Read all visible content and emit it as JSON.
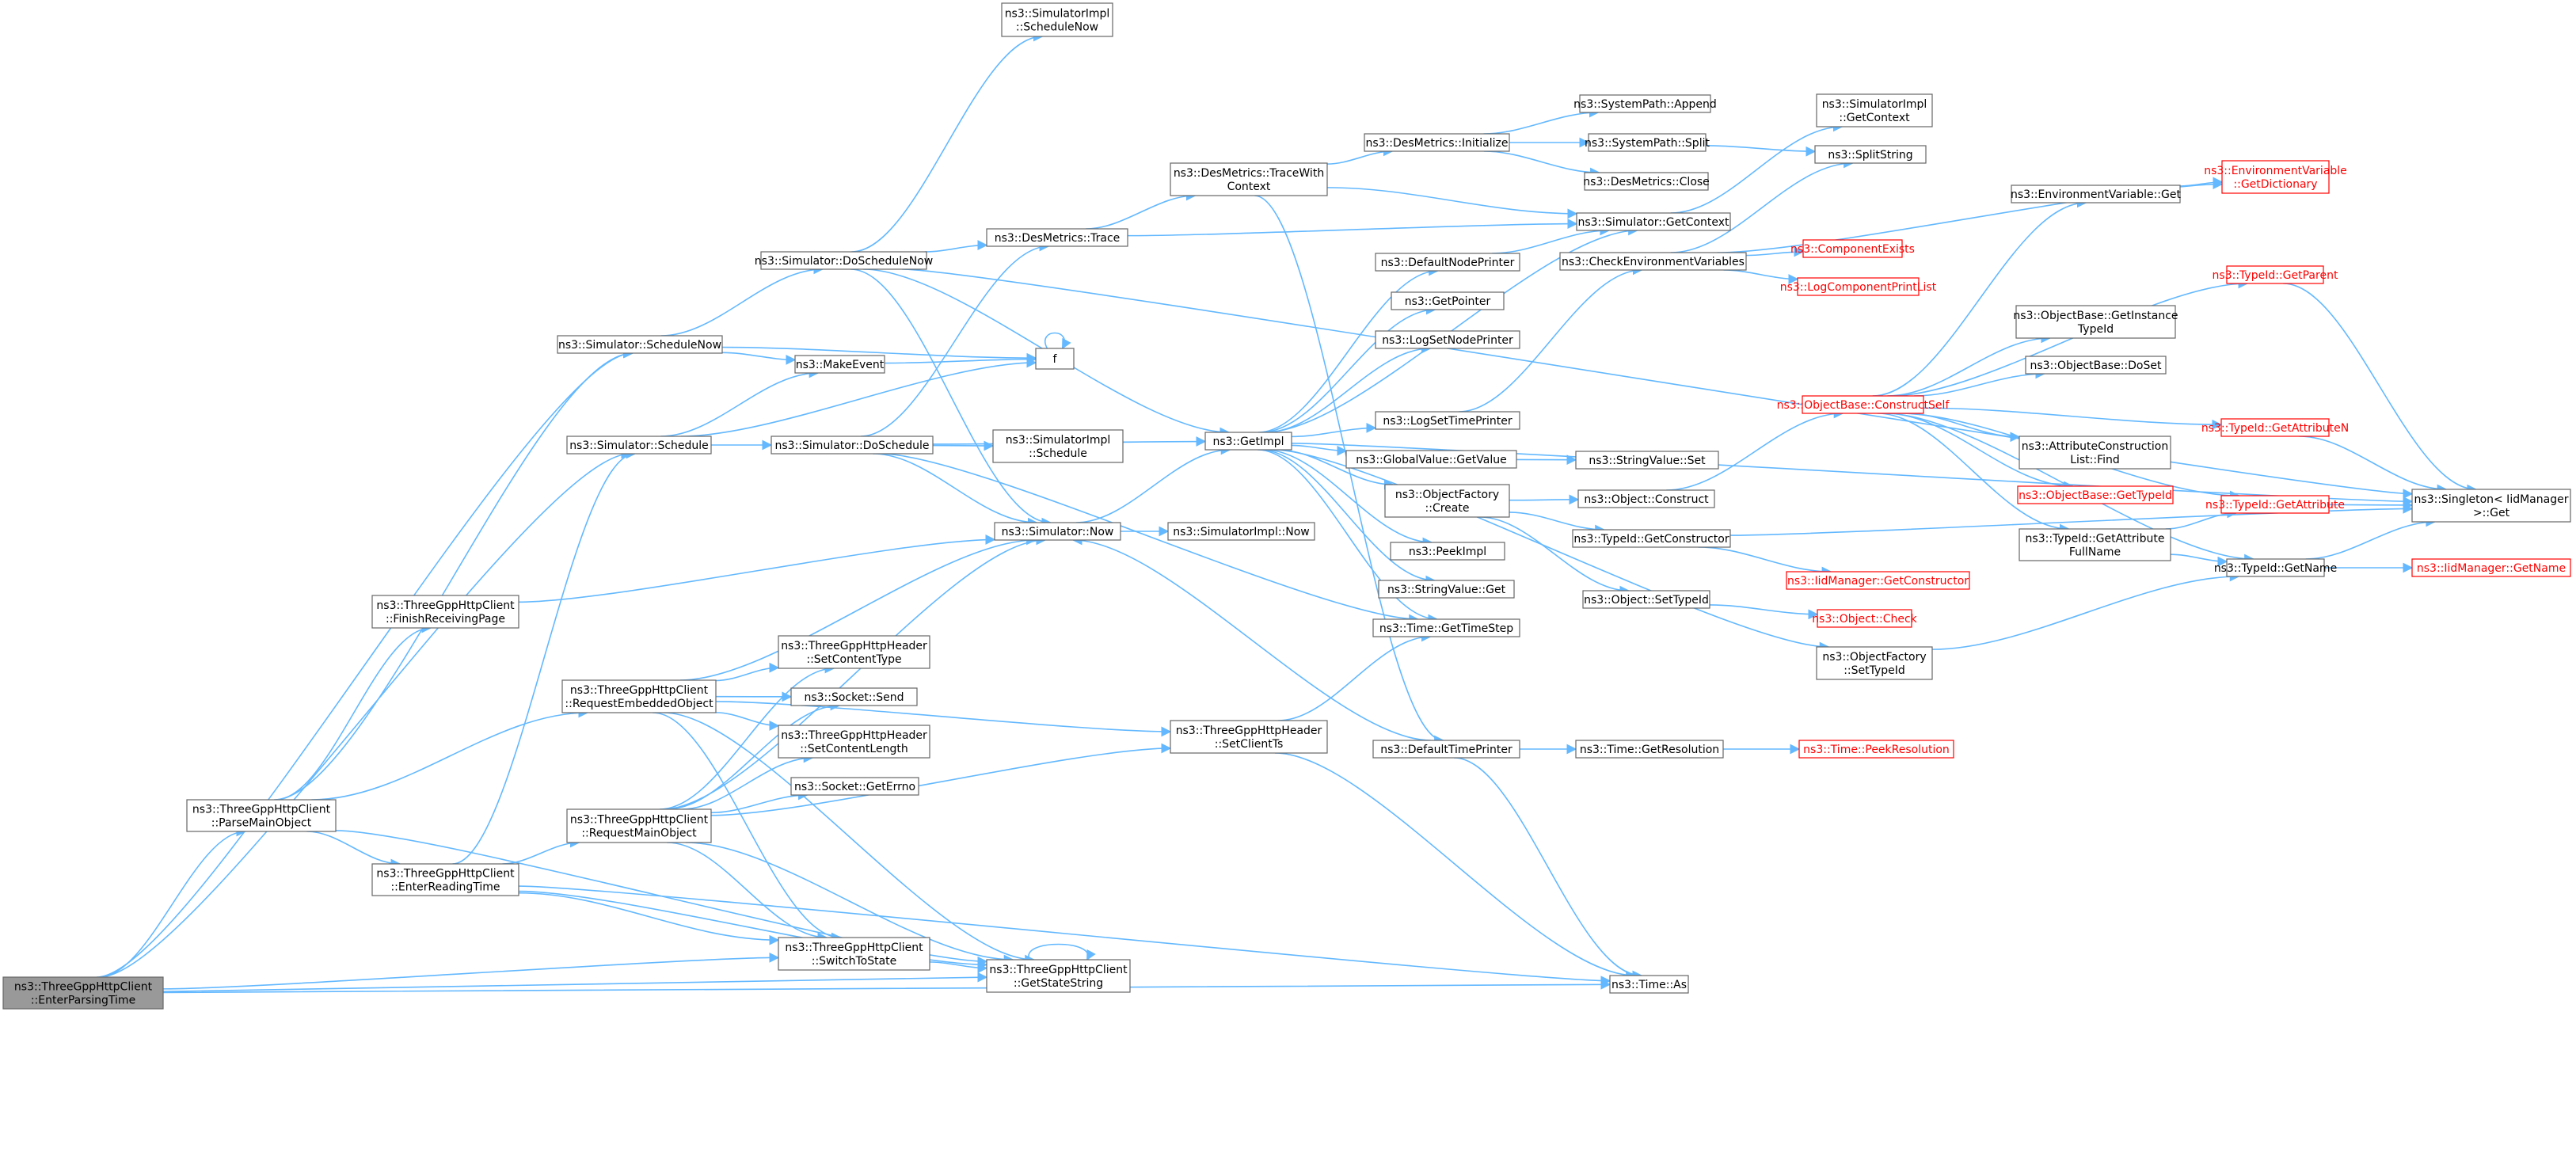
{
  "diagram": {
    "title": "",
    "colors": {
      "edge": "#63b8ff",
      "border": "#666666",
      "highlight_border": "#ff0000",
      "root_fill": "#999999"
    },
    "nodes": [
      {
        "id": "enterParsing",
        "lines": [
          "ns3::ThreeGppHttpClient",
          "::EnterParsingTime"
        ],
        "style": "root"
      },
      {
        "id": "parseMain",
        "lines": [
          "ns3::ThreeGppHttpClient",
          "::ParseMainObject"
        ]
      },
      {
        "id": "simScheduleNow",
        "lines": [
          "ns3::Simulator::ScheduleNow"
        ]
      },
      {
        "id": "simSchedule",
        "lines": [
          "ns3::Simulator::Schedule"
        ]
      },
      {
        "id": "finishReceiving",
        "lines": [
          "ns3::ThreeGppHttpClient",
          "::FinishReceivingPage"
        ]
      },
      {
        "id": "reqEmbedded",
        "lines": [
          "ns3::ThreeGppHttpClient",
          "::RequestEmbeddedObject"
        ]
      },
      {
        "id": "reqMain",
        "lines": [
          "ns3::ThreeGppHttpClient",
          "::RequestMainObject"
        ]
      },
      {
        "id": "enterReading",
        "lines": [
          "ns3::ThreeGppHttpClient",
          "::EnterReadingTime"
        ]
      },
      {
        "id": "simDoScheduleNow",
        "lines": [
          "ns3::Simulator::DoScheduleNow"
        ]
      },
      {
        "id": "makeEvent",
        "lines": [
          "ns3::MakeEvent"
        ]
      },
      {
        "id": "simDoSchedule",
        "lines": [
          "ns3::Simulator::DoSchedule"
        ]
      },
      {
        "id": "setContentType",
        "lines": [
          "ns3::ThreeGppHttpHeader",
          "::SetContentType"
        ]
      },
      {
        "id": "socketSend",
        "lines": [
          "ns3::Socket::Send"
        ]
      },
      {
        "id": "setContentLength",
        "lines": [
          "ns3::ThreeGppHttpHeader",
          "::SetContentLength"
        ]
      },
      {
        "id": "socketGetErrno",
        "lines": [
          "ns3::Socket::GetErrno"
        ]
      },
      {
        "id": "switchToState",
        "lines": [
          "ns3::ThreeGppHttpClient",
          "::SwitchToState"
        ]
      },
      {
        "id": "simImplScheduleNow",
        "lines": [
          "ns3::SimulatorImpl",
          "::ScheduleNow"
        ]
      },
      {
        "id": "desMetricsTrace",
        "lines": [
          "ns3::DesMetrics::Trace"
        ]
      },
      {
        "id": "f",
        "lines": [
          "f"
        ]
      },
      {
        "id": "simImplSchedule",
        "lines": [
          "ns3::SimulatorImpl",
          "::Schedule"
        ]
      },
      {
        "id": "simNow",
        "lines": [
          "ns3::Simulator::Now"
        ]
      },
      {
        "id": "getStateString",
        "lines": [
          "ns3::ThreeGppHttpClient",
          "::GetStateString"
        ]
      },
      {
        "id": "desMetricsTraceWith",
        "lines": [
          "ns3::DesMetrics::TraceWith",
          "Context"
        ]
      },
      {
        "id": "getImpl",
        "lines": [
          "ns3::GetImpl"
        ]
      },
      {
        "id": "simImplNow",
        "lines": [
          "ns3::SimulatorImpl::Now"
        ]
      },
      {
        "id": "setClientTs",
        "lines": [
          "ns3::ThreeGppHttpHeader",
          "::SetClientTs"
        ]
      },
      {
        "id": "desMetricsInit",
        "lines": [
          "ns3::DesMetrics::Initialize"
        ]
      },
      {
        "id": "defaultNodePrinter",
        "lines": [
          "ns3::DefaultNodePrinter"
        ]
      },
      {
        "id": "getPointer",
        "lines": [
          "ns3::GetPointer"
        ]
      },
      {
        "id": "logSetNodePrinter",
        "lines": [
          "ns3::LogSetNodePrinter"
        ]
      },
      {
        "id": "logSetTimePrinter",
        "lines": [
          "ns3::LogSetTimePrinter"
        ]
      },
      {
        "id": "globalValueGetValue",
        "lines": [
          "ns3::GlobalValue::GetValue"
        ]
      },
      {
        "id": "objectFactoryCreate",
        "lines": [
          "ns3::ObjectFactory",
          "::Create"
        ]
      },
      {
        "id": "peekImpl",
        "lines": [
          "ns3::PeekImpl"
        ]
      },
      {
        "id": "stringValueGet",
        "lines": [
          "ns3::StringValue::Get"
        ]
      },
      {
        "id": "timeGetTimeStep",
        "lines": [
          "ns3::Time::GetTimeStep"
        ]
      },
      {
        "id": "defaultTimePrinter",
        "lines": [
          "ns3::DefaultTimePrinter"
        ]
      },
      {
        "id": "systemPathAppend",
        "lines": [
          "ns3::SystemPath::Append"
        ]
      },
      {
        "id": "systemPathSplit",
        "lines": [
          "ns3::SystemPath::Split"
        ]
      },
      {
        "id": "desMetricsClose",
        "lines": [
          "ns3::DesMetrics::Close"
        ]
      },
      {
        "id": "simGetContext",
        "lines": [
          "ns3::Simulator::GetContext"
        ]
      },
      {
        "id": "checkEnvVars",
        "lines": [
          "ns3::CheckEnvironmentVariables"
        ]
      },
      {
        "id": "stringValueSet",
        "lines": [
          "ns3::StringValue::Set"
        ]
      },
      {
        "id": "objectConstruct",
        "lines": [
          "ns3::Object::Construct"
        ]
      },
      {
        "id": "typeIdGetConstructor",
        "lines": [
          "ns3::TypeId::GetConstructor"
        ]
      },
      {
        "id": "objectSetTypeId",
        "lines": [
          "ns3::Object::SetTypeId"
        ]
      },
      {
        "id": "objectFactorySetTypeId",
        "lines": [
          "ns3::ObjectFactory",
          "::SetTypeId"
        ]
      },
      {
        "id": "timeGetResolution",
        "lines": [
          "ns3::Time::GetResolution"
        ]
      },
      {
        "id": "timeAs",
        "lines": [
          "ns3::Time::As"
        ]
      },
      {
        "id": "simImplGetContext",
        "lines": [
          "ns3::SimulatorImpl",
          "::GetContext"
        ]
      },
      {
        "id": "splitString",
        "lines": [
          "ns3::SplitString"
        ]
      },
      {
        "id": "componentExists",
        "lines": [
          "ns3::ComponentExists"
        ],
        "style": "red"
      },
      {
        "id": "logComponentPrintList",
        "lines": [
          "ns3::LogComponentPrintList"
        ],
        "style": "red"
      },
      {
        "id": "objectBaseConstructSelf",
        "lines": [
          "ns3::ObjectBase::ConstructSelf"
        ],
        "style": "red"
      },
      {
        "id": "iidManagerGetConstructor",
        "lines": [
          "ns3::IidManager::GetConstructor"
        ],
        "style": "red"
      },
      {
        "id": "objectCheck",
        "lines": [
          "ns3::Object::Check"
        ],
        "style": "red"
      },
      {
        "id": "timePeekResolution",
        "lines": [
          "ns3::Time::PeekResolution"
        ],
        "style": "red"
      },
      {
        "id": "envVarGet",
        "lines": [
          "ns3::EnvironmentVariable::Get"
        ]
      },
      {
        "id": "objectBaseGetInstanceTypeId",
        "lines": [
          "ns3::ObjectBase::GetInstance",
          "TypeId"
        ]
      },
      {
        "id": "objectBaseDoSet",
        "lines": [
          "ns3::ObjectBase::DoSet"
        ]
      },
      {
        "id": "attrConstructionListFind",
        "lines": [
          "ns3::AttributeConstruction",
          "List::Find"
        ]
      },
      {
        "id": "objectBaseGetTypeId",
        "lines": [
          "ns3::ObjectBase::GetTypeId"
        ],
        "style": "red"
      },
      {
        "id": "typeIdGetAttributeFullName",
        "lines": [
          "ns3::TypeId::GetAttribute",
          "FullName"
        ]
      },
      {
        "id": "envVarGetDictionary",
        "lines": [
          "ns3::EnvironmentVariable",
          "::GetDictionary"
        ],
        "style": "red"
      },
      {
        "id": "typeIdGetParent",
        "lines": [
          "ns3::TypeId::GetParent"
        ],
        "style": "red"
      },
      {
        "id": "typeIdGetAttributeN",
        "lines": [
          "ns3::TypeId::GetAttributeN"
        ],
        "style": "red"
      },
      {
        "id": "typeIdGetAttribute",
        "lines": [
          "ns3::TypeId::GetAttribute"
        ],
        "style": "red"
      },
      {
        "id": "typeIdGetName",
        "lines": [
          "ns3::TypeId::GetName"
        ]
      },
      {
        "id": "singletonGet",
        "lines": [
          "ns3::Singleton< IidManager",
          " >::Get"
        ]
      },
      {
        "id": "iidManagerGetName",
        "lines": [
          "ns3::IidManager::GetName"
        ],
        "style": "red"
      }
    ],
    "edges": [
      [
        "enterParsing",
        "parseMain"
      ],
      [
        "enterParsing",
        "simScheduleNow"
      ],
      [
        "enterParsing",
        "simSchedule"
      ],
      [
        "enterParsing",
        "switchToState"
      ],
      [
        "enterParsing",
        "getStateString"
      ],
      [
        "enterParsing",
        "timeAs"
      ],
      [
        "parseMain",
        "simScheduleNow"
      ],
      [
        "parseMain",
        "finishReceiving"
      ],
      [
        "parseMain",
        "reqEmbedded"
      ],
      [
        "parseMain",
        "enterReading"
      ],
      [
        "parseMain",
        "getStateString"
      ],
      [
        "simScheduleNow",
        "simDoScheduleNow"
      ],
      [
        "simScheduleNow",
        "makeEvent"
      ],
      [
        "simScheduleNow",
        "f"
      ],
      [
        "simSchedule",
        "makeEvent"
      ],
      [
        "simSchedule",
        "simDoSchedule"
      ],
      [
        "simSchedule",
        "f"
      ],
      [
        "finishReceiving",
        "simNow"
      ],
      [
        "reqEmbedded",
        "setContentType"
      ],
      [
        "reqEmbedded",
        "socketSend"
      ],
      [
        "reqEmbedded",
        "setContentLength"
      ],
      [
        "reqEmbedded",
        "switchToState"
      ],
      [
        "reqEmbedded",
        "getStateString"
      ],
      [
        "reqEmbedded",
        "simNow"
      ],
      [
        "reqEmbedded",
        "setClientTs"
      ],
      [
        "reqMain",
        "setContentType"
      ],
      [
        "reqMain",
        "socketSend"
      ],
      [
        "reqMain",
        "setContentLength"
      ],
      [
        "reqMain",
        "socketGetErrno"
      ],
      [
        "reqMain",
        "switchToState"
      ],
      [
        "reqMain",
        "getStateString"
      ],
      [
        "reqMain",
        "simNow"
      ],
      [
        "reqMain",
        "setClientTs"
      ],
      [
        "enterReading",
        "reqMain"
      ],
      [
        "enterReading",
        "simSchedule"
      ],
      [
        "enterReading",
        "switchToState"
      ],
      [
        "enterReading",
        "getStateString"
      ],
      [
        "enterReading",
        "timeAs"
      ],
      [
        "simDoScheduleNow",
        "simImplScheduleNow"
      ],
      [
        "simDoScheduleNow",
        "desMetricsTrace"
      ],
      [
        "simDoScheduleNow",
        "getImpl"
      ],
      [
        "simDoScheduleNow",
        "simNow"
      ],
      [
        "simDoScheduleNow",
        "singletonGet"
      ],
      [
        "makeEvent",
        "f"
      ],
      [
        "f",
        "f"
      ],
      [
        "simDoSchedule",
        "desMetricsTrace"
      ],
      [
        "simDoSchedule",
        "simImplSchedule"
      ],
      [
        "simDoSchedule",
        "getImpl"
      ],
      [
        "simDoSchedule",
        "simNow"
      ],
      [
        "simDoSchedule",
        "timeGetTimeStep"
      ],
      [
        "switchToState",
        "getStateString"
      ],
      [
        "getStateString",
        "getStateString"
      ],
      [
        "desMetricsTrace",
        "desMetricsTraceWith"
      ],
      [
        "desMetricsTrace",
        "simGetContext"
      ],
      [
        "simNow",
        "getImpl"
      ],
      [
        "simNow",
        "simImplNow"
      ],
      [
        "desMetricsTraceWith",
        "desMetricsInit"
      ],
      [
        "desMetricsTraceWith",
        "simGetContext"
      ],
      [
        "desMetricsTraceWith",
        "defaultTimePrinter"
      ],
      [
        "getImpl",
        "defaultNodePrinter"
      ],
      [
        "getImpl",
        "getPointer"
      ],
      [
        "getImpl",
        "logSetNodePrinter"
      ],
      [
        "getImpl",
        "logSetTimePrinter"
      ],
      [
        "getImpl",
        "globalValueGetValue"
      ],
      [
        "getImpl",
        "objectFactoryCreate"
      ],
      [
        "getImpl",
        "peekImpl"
      ],
      [
        "getImpl",
        "stringValueGet"
      ],
      [
        "getImpl",
        "timeGetTimeStep"
      ],
      [
        "getImpl",
        "objectFactorySetTypeId"
      ],
      [
        "getImpl",
        "simGetContext"
      ],
      [
        "getImpl",
        "singletonGet"
      ],
      [
        "setClientTs",
        "timeGetTimeStep"
      ],
      [
        "setClientTs",
        "timeAs"
      ],
      [
        "desMetricsInit",
        "systemPathAppend"
      ],
      [
        "desMetricsInit",
        "systemPathSplit"
      ],
      [
        "desMetricsInit",
        "desMetricsClose"
      ],
      [
        "defaultNodePrinter",
        "simGetContext"
      ],
      [
        "logSetTimePrinter",
        "checkEnvVars"
      ],
      [
        "globalValueGetValue",
        "stringValueSet"
      ],
      [
        "objectFactoryCreate",
        "objectConstruct"
      ],
      [
        "objectFactoryCreate",
        "typeIdGetConstructor"
      ],
      [
        "objectFactoryCreate",
        "objectSetTypeId"
      ],
      [
        "defaultTimePrinter",
        "simNow"
      ],
      [
        "defaultTimePrinter",
        "timeGetResolution"
      ],
      [
        "defaultTimePrinter",
        "timeAs"
      ],
      [
        "systemPathSplit",
        "splitString"
      ],
      [
        "simGetContext",
        "simImplGetContext"
      ],
      [
        "checkEnvVars",
        "splitString"
      ],
      [
        "checkEnvVars",
        "componentExists"
      ],
      [
        "checkEnvVars",
        "logComponentPrintList"
      ],
      [
        "checkEnvVars",
        "envVarGetDictionary"
      ],
      [
        "objectConstruct",
        "objectBaseConstructSelf"
      ],
      [
        "typeIdGetConstructor",
        "iidManagerGetConstructor"
      ],
      [
        "typeIdGetConstructor",
        "singletonGet"
      ],
      [
        "objectSetTypeId",
        "objectCheck"
      ],
      [
        "objectFactorySetTypeId",
        "typeIdGetName"
      ],
      [
        "timeGetResolution",
        "timePeekResolution"
      ],
      [
        "objectBaseConstructSelf",
        "envVarGet"
      ],
      [
        "objectBaseConstructSelf",
        "objectBaseGetInstanceTypeId"
      ],
      [
        "objectBaseConstructSelf",
        "objectBaseDoSet"
      ],
      [
        "objectBaseConstructSelf",
        "attrConstructionListFind"
      ],
      [
        "objectBaseConstructSelf",
        "objectBaseGetTypeId"
      ],
      [
        "objectBaseConstructSelf",
        "typeIdGetAttributeFullName"
      ],
      [
        "objectBaseConstructSelf",
        "typeIdGetParent"
      ],
      [
        "objectBaseConstructSelf",
        "typeIdGetAttributeN"
      ],
      [
        "objectBaseConstructSelf",
        "typeIdGetAttribute"
      ],
      [
        "objectBaseConstructSelf",
        "typeIdGetName"
      ],
      [
        "envVarGet",
        "envVarGetDictionary"
      ],
      [
        "typeIdGetAttributeFullName",
        "typeIdGetAttribute"
      ],
      [
        "typeIdGetAttributeFullName",
        "typeIdGetName"
      ],
      [
        "typeIdGetParent",
        "singletonGet"
      ],
      [
        "typeIdGetAttributeN",
        "singletonGet"
      ],
      [
        "typeIdGetAttribute",
        "singletonGet"
      ],
      [
        "typeIdGetName",
        "singletonGet"
      ],
      [
        "typeIdGetName",
        "iidManagerGetName"
      ]
    ]
  }
}
